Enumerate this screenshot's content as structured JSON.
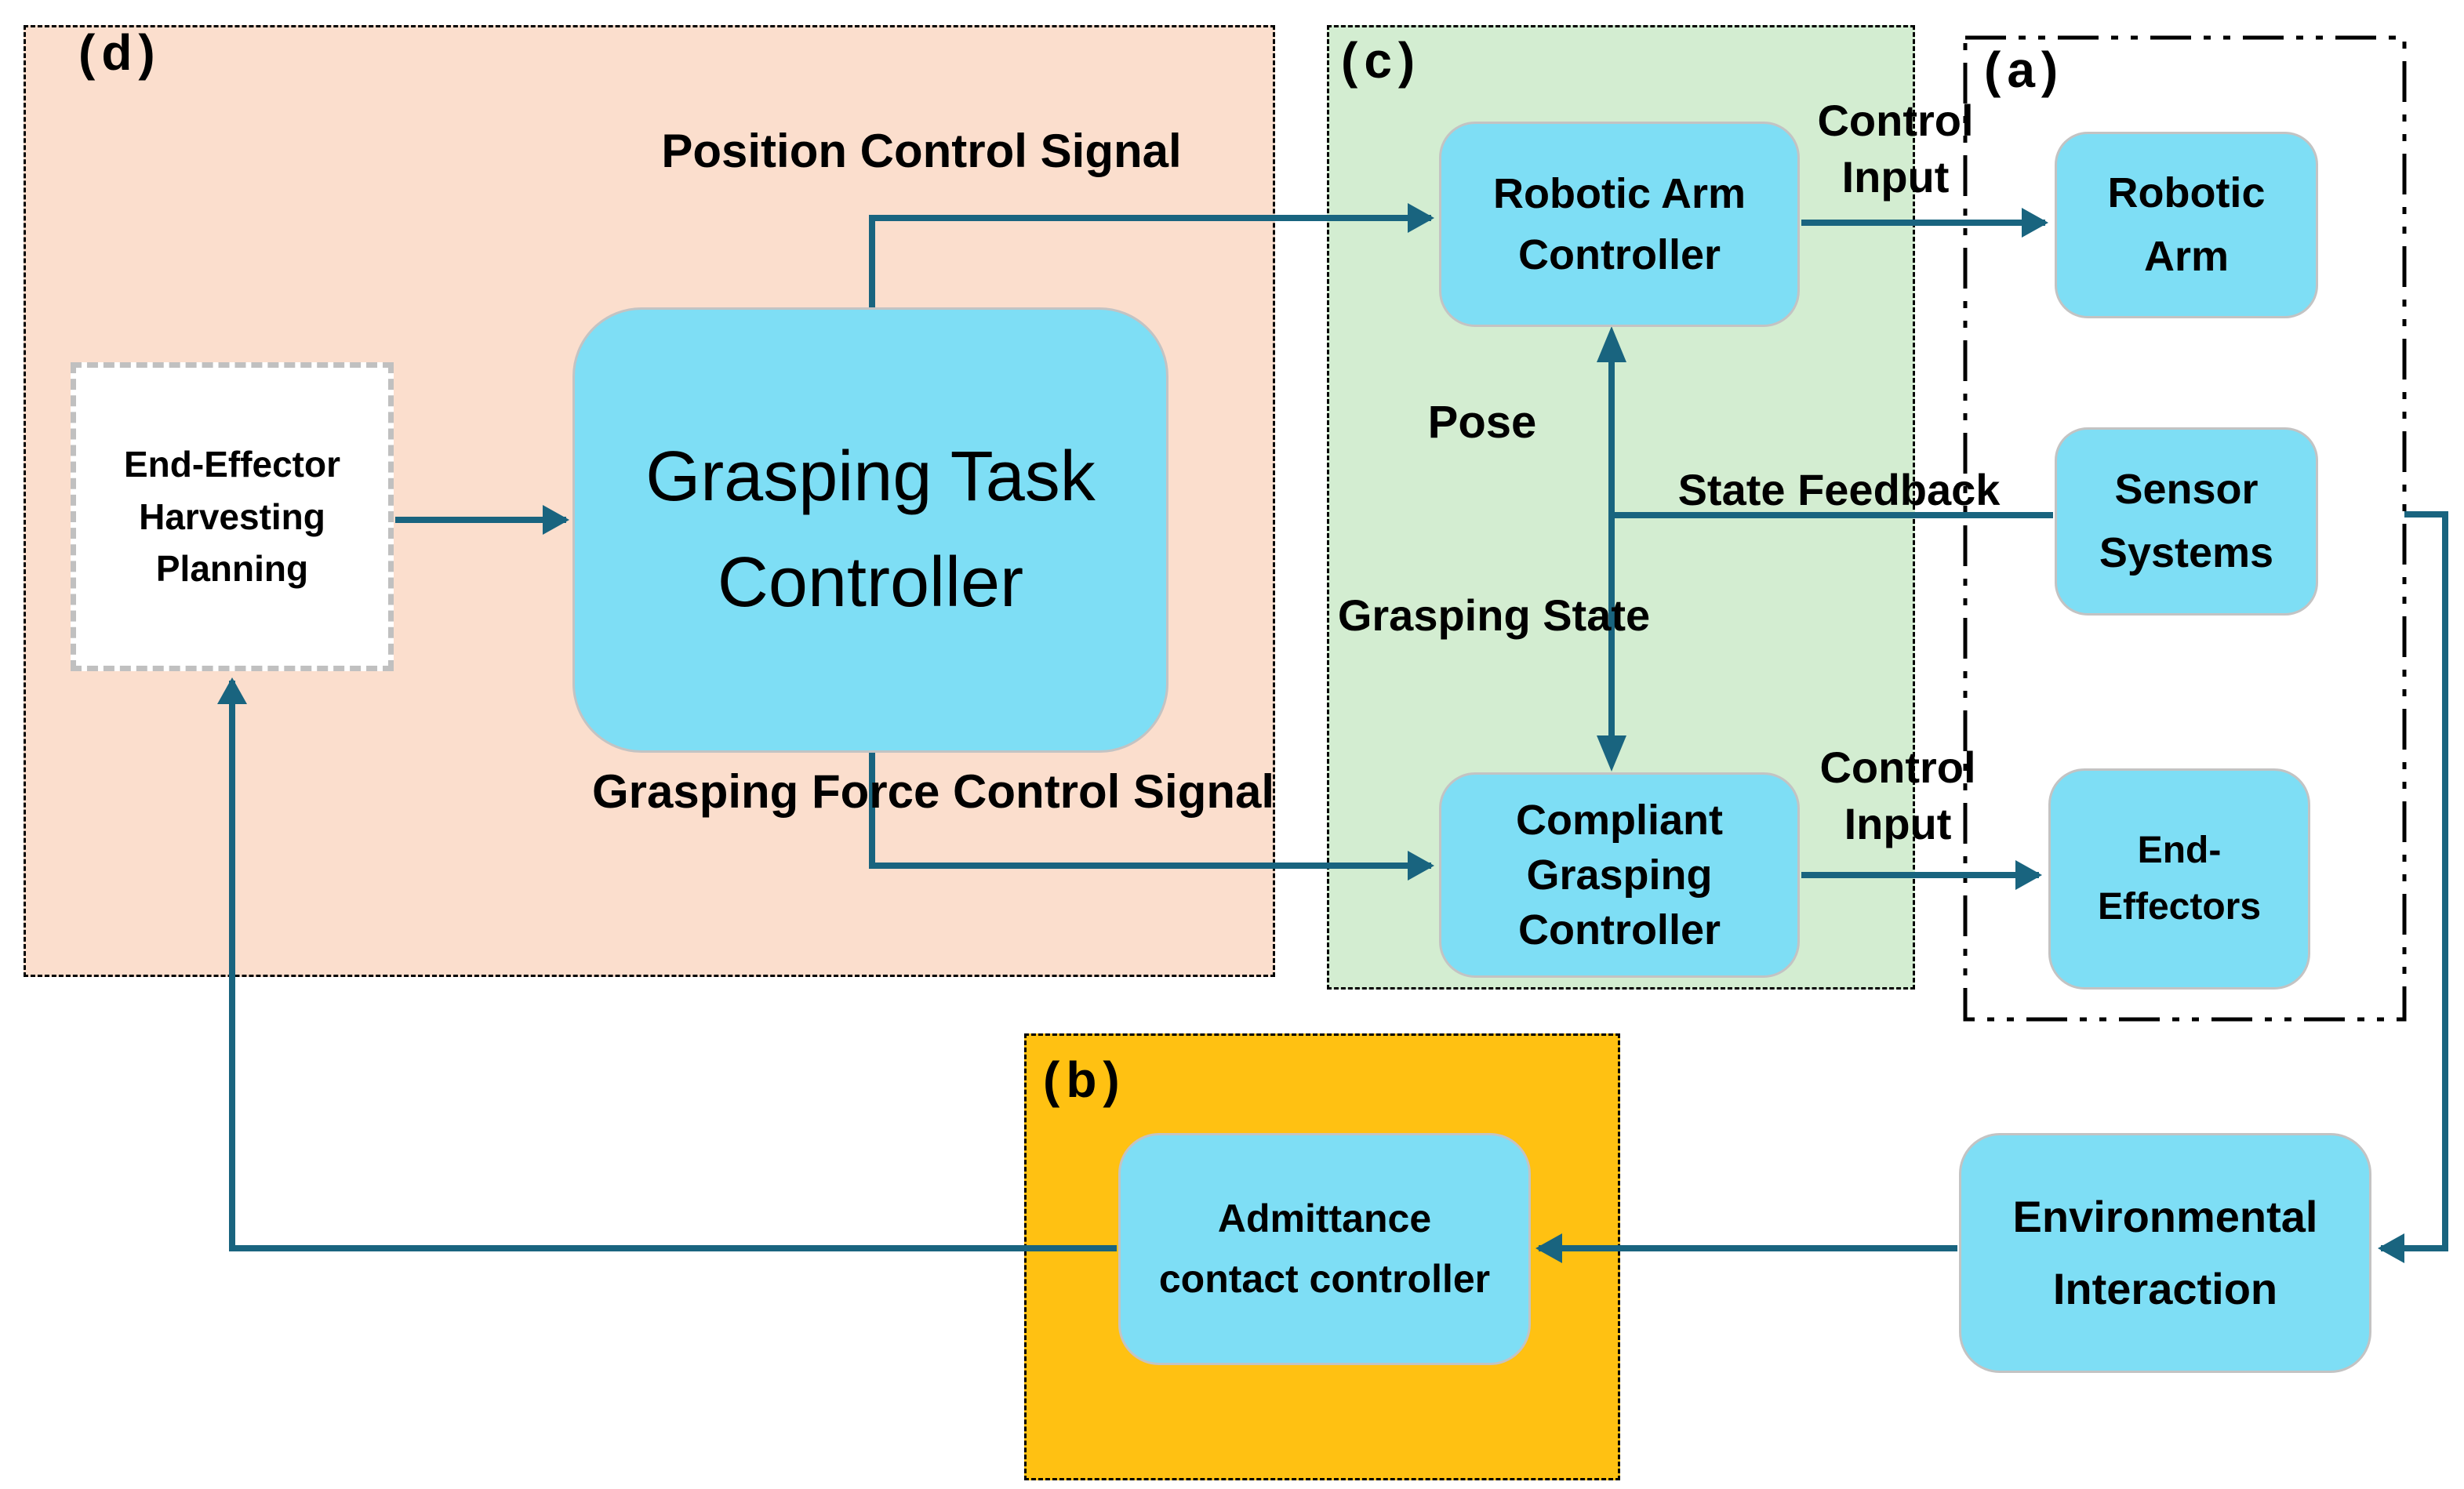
{
  "regions": {
    "a": {
      "label": "(a)"
    },
    "b": {
      "label": "(b)"
    },
    "c": {
      "label": "(c)"
    },
    "d": {
      "label": "(d)"
    }
  },
  "nodes": {
    "harvest_planning": {
      "lines": [
        "End-Effector",
        "Harvesting",
        "Planning"
      ]
    },
    "grasping_task_controller": {
      "lines": [
        "Grasping Task",
        "Controller"
      ]
    },
    "robotic_arm_controller": {
      "lines": [
        "Robotic Arm",
        "Controller"
      ]
    },
    "robotic_arm": {
      "lines": [
        "Robotic",
        "Arm"
      ]
    },
    "sensor_systems": {
      "lines": [
        "Sensor",
        "Systems"
      ]
    },
    "compliant_grasping_controller": {
      "lines": [
        "Compliant",
        "Grasping",
        "Controller"
      ]
    },
    "end_effectors": {
      "lines": [
        "End-",
        "Effectors"
      ]
    },
    "admittance_contact_controller": {
      "lines": [
        "Admittance",
        "contact controller"
      ]
    },
    "environmental_interaction": {
      "lines": [
        "Environmental",
        "Interaction"
      ]
    }
  },
  "edge_labels": {
    "position_control_signal": "Position Control Signal",
    "grasping_force_control_signal": "Grasping Force Control Signal",
    "control_input_top": {
      "lines": [
        "Control",
        "Input"
      ]
    },
    "control_input_bottom": {
      "lines": [
        "Control",
        "Input"
      ]
    },
    "pose": "Pose",
    "state_feedback": "State Feedback",
    "grasping_state": "Grasping State"
  },
  "colors": {
    "region_d_fill": "#FBDECD",
    "region_c_fill": "#D3EDD1",
    "region_b_fill": "#FFC112",
    "region_a_fill": "#FFFFFF",
    "node_fill": "#7EDEF5",
    "node_border": "#C3C3C3",
    "planner_box_border": "#C0C0C0",
    "connector": "#19647F",
    "container_border": "#000000",
    "text": "#000000"
  }
}
